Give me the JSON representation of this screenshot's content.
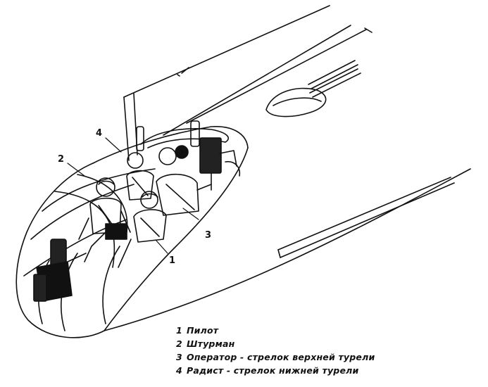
{
  "callouts": [
    {
      "number": "1",
      "label": "Пилот"
    },
    {
      "number": "2",
      "label": "Штурман"
    },
    {
      "number": "3",
      "label": "Оператор - стрелок верхней турели"
    },
    {
      "number": "4",
      "label": "Радист - стрелок нижней турели"
    }
  ]
}
